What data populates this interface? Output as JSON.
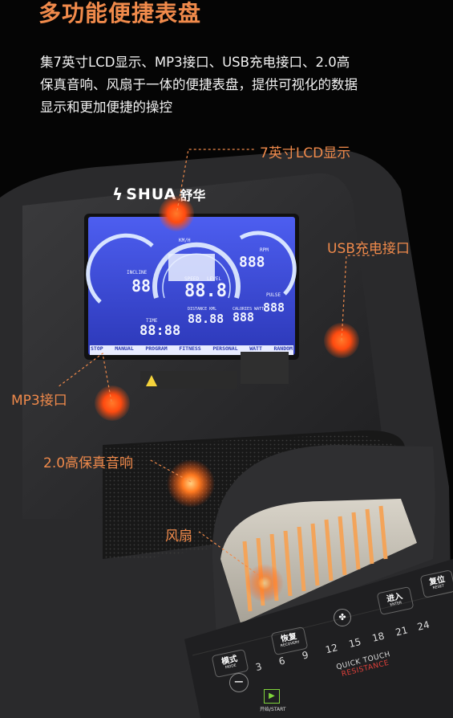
{
  "header": {
    "title": "多功能便捷表盘",
    "description_lines": [
      "集7英寸LCD显示、MP3接口、USB充电接口、2.0高",
      "保真音响、风扇于一体的便捷表盘，提供可视化的数据",
      "显示和更加便捷的操控"
    ]
  },
  "callouts": {
    "lcd": "7英寸LCD显示",
    "usb": "USB充电接口",
    "mp3": "MP3接口",
    "speaker": "2.0高保真音响",
    "fan": "风扇"
  },
  "brand": {
    "logo_text": "SHUA",
    "logo_cn": "舒华"
  },
  "lcd": {
    "speed_label": "SPEED",
    "level_label": "LEVEL",
    "kmh_label": "KM/H",
    "speed_value": "88.8",
    "incline_label": "INCLINE",
    "incline_value": "88",
    "rpm_label": "RPM",
    "rpm_value": "888",
    "time_label": "TIME",
    "time_value": "88:88",
    "distance_label": "DISTANCE KML",
    "distance_value": "88.88",
    "calories_label": "CALORIES WATT",
    "calories_value": "888",
    "pulse_label": "PULSE",
    "pulse_value": "888",
    "mode_tabs": [
      "STOP",
      "MANUAL",
      "PROGRAM",
      "FITNESS",
      "PERSONAL",
      "WATT",
      "RANDOM"
    ]
  },
  "controls": {
    "mode_label": "模式",
    "mode_sub": "MODE",
    "recovery_label": "恢复",
    "recovery_sub": "RECOVERY",
    "enter_label": "进入",
    "enter_sub": "ENTER",
    "reset_label": "复位",
    "reset_sub": "RESET",
    "start_label": "开始/START",
    "quick_touch": "QUICK TOUCH",
    "resistance": "RESISTANCE",
    "levels": [
      "3",
      "6",
      "9",
      "12",
      "15",
      "18",
      "21",
      "24"
    ]
  },
  "colors": {
    "accent": "#f08a4b",
    "lcd_blue": "#3a49d8",
    "glow": "#ff5a1a"
  }
}
